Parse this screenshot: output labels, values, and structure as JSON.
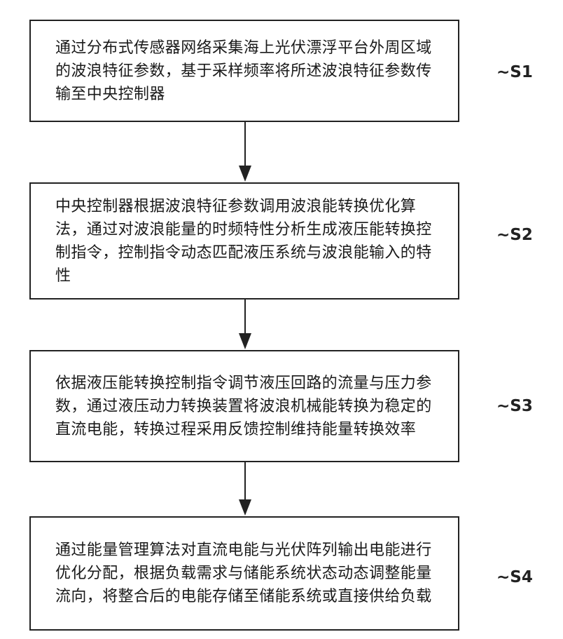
{
  "steps": [
    {
      "id": "S1",
      "label": "~S1",
      "text": "通过分布式传感器网络采集海上光伏漂浮平台外周区域的波浪特征参数，基于采样频率将所述波浪特征参数传输至中央控制器"
    },
    {
      "id": "S2",
      "label": "~S2",
      "text": "中央控制器根据波浪特征参数调用波浪能转换优化算法，通过对波浪能量的时频特性分析生成液压能转换控制指令，控制指令动态匹配液压系统与波浪能输入的特性"
    },
    {
      "id": "S3",
      "label": "~S3",
      "text": "依据液压能转换控制指令调节液压回路的流量与压力参数，通过液压动力转换装置将波浪机械能转换为稳定的直流电能，转换过程采用反馈控制维持能量转换效率"
    },
    {
      "id": "S4",
      "label": "~S4",
      "text": "通过能量管理算法对直流电能与光伏阵列输出电能进行优化分配，根据负载需求与储能系统状态动态调整能量流向，将整合后的电能存储至储能系统或直接供给负载"
    }
  ],
  "colors": {
    "line": "#222222",
    "background": "#ffffff"
  }
}
